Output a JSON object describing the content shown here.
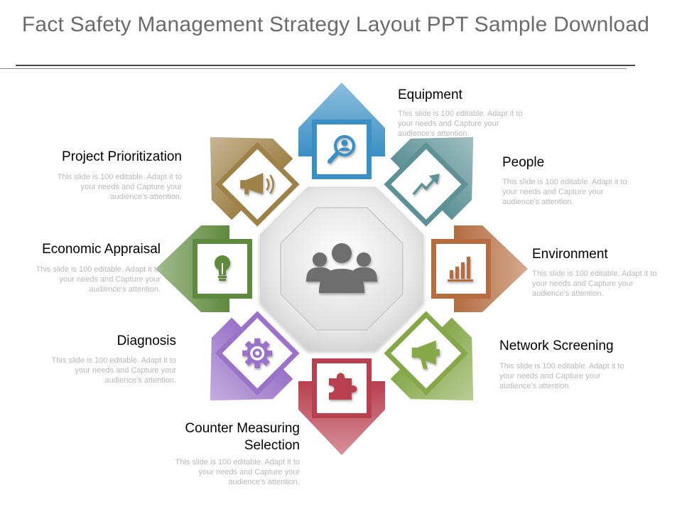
{
  "title": "Fact Safety Management Strategy Layout PPT Sample Download",
  "items": [
    {
      "label": "Equipment",
      "description": "This slide is 100 editable. Adapt it to your needs and Capture your audience's attention.",
      "color": "#3a8fc4",
      "icon": "magnifier-icon"
    },
    {
      "label": "People",
      "description": "This slide is 100 editable. Adapt it to your needs and Capture your audience's attention.",
      "color": "#5d9196",
      "icon": "trend-arrow-icon"
    },
    {
      "label": "Environment",
      "description": "This slide is 100 editable. Adapt it to your needs and Capture your audience's attention.",
      "color": "#b46c40",
      "icon": "bar-chart-icon"
    },
    {
      "label": "Network Screening",
      "description": "This slide is 100 editable. Adapt it to your needs and Capture your audience's attention.",
      "color": "#86a84a",
      "icon": "megaphone-icon"
    },
    {
      "label": "Counter Measuring Selection",
      "description": "This slide is 100 editable. Adapt it to your needs and Capture your audience's attention.",
      "color": "#b8404f",
      "icon": "puzzle-icon"
    },
    {
      "label": "Diagnosis",
      "description": "This slide is 100 editable. Adapt it to your needs and Capture your audience's attention.",
      "color": "#9a72c8",
      "icon": "gear-icon"
    },
    {
      "label": "Economic Appraisal",
      "description": "This slide is 100 editable. Adapt it to your needs and Capture your audience's attention.",
      "color": "#5e8a3e",
      "icon": "lightbulb-icon"
    },
    {
      "label": "Project Prioritization",
      "description": "This slide is 100 editable. Adapt it to your needs and Capture your audience's attention.",
      "color": "#9e8148",
      "icon": "loudspeaker-icon"
    }
  ],
  "center_icon": "team-icon"
}
